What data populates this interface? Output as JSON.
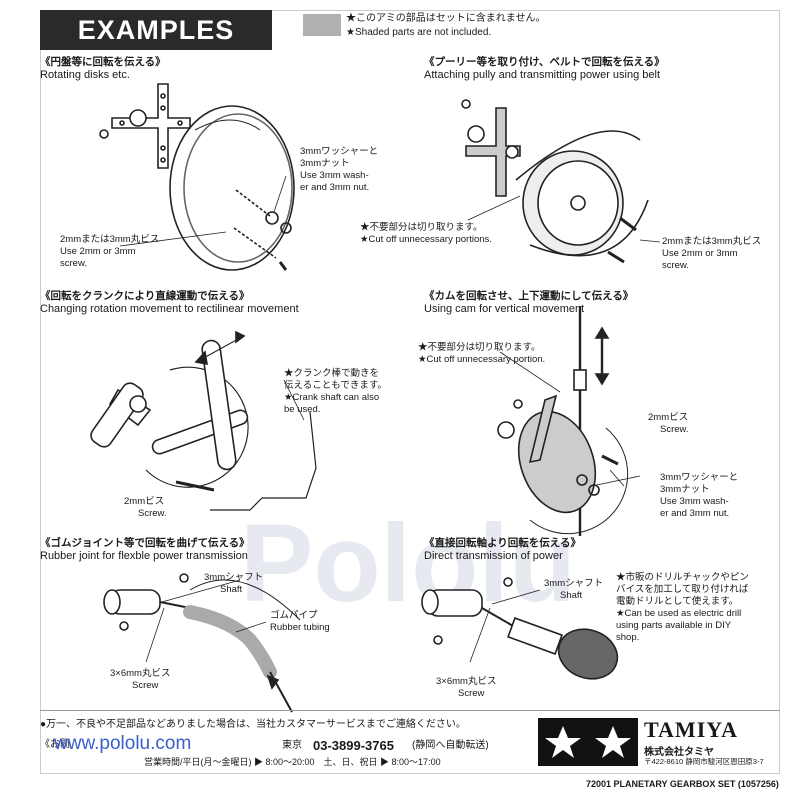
{
  "header": {
    "title": "EXAMPLES",
    "legend_jp": "★このアミの部品はセットに含まれません。",
    "legend_en": "★Shaded parts are not included."
  },
  "sections": [
    {
      "title_jp": "《円盤等に回転を伝える》",
      "title_en": "Rotating disks etc."
    },
    {
      "title_jp": "《プーリー等を取り付け、ベルトで回転を伝える》",
      "title_en": "Attaching pully and transmitting power using belt"
    },
    {
      "title_jp": "《回転をクランクにより直線運動で伝える》",
      "title_en": "Changing rotation movement to rectilinear movement"
    },
    {
      "title_jp": "《カムを回転させ、上下運動にして伝える》",
      "title_en": "Using cam for vertical movement"
    },
    {
      "title_jp": "《ゴムジョイント等で回転を曲げて伝える》",
      "title_en": "Rubber joint for flexble power transmission"
    },
    {
      "title_jp": "《直接回転軸より回転を伝える》",
      "title_en": "Direct transmission of power"
    }
  ],
  "labels": {
    "washer_nut_1": [
      "3mmワッシャーと",
      "3mmナット",
      "Use 3mm wash-",
      "er and 3mm nut."
    ],
    "screw_2or3_1": [
      "2mmまたは3mm丸ビス",
      "Use 2mm or 3mm",
      "screw."
    ],
    "cut_off_1": [
      "★不要部分は切り取ります。",
      "★Cut off unnecessary portions."
    ],
    "screw_2or3_2": [
      "2mmまたは3mm丸ビス",
      "Use 2mm or 3mm",
      "screw."
    ],
    "crank_note": [
      "★クランク棒で動きを",
      "伝えることもできます。",
      "★Crank shaft can also",
      "be used."
    ],
    "screw_2mm_1": [
      "2mmビス",
      "Screw."
    ],
    "cut_off_2": [
      "★不要部分は切り取ります。",
      "★Cut off unnecessary portion."
    ],
    "screw_2mm_2": [
      "2mmビス",
      "Screw."
    ],
    "washer_nut_2": [
      "3mmワッシャーと",
      "3mmナット",
      "Use 3mm wash-",
      "er and 3mm nut."
    ],
    "shaft_1": [
      "3mmシャフト",
      "Shaft"
    ],
    "rubber_pipe": [
      "ゴムパイプ",
      "Rubber tubing"
    ],
    "screw_3x6_1": [
      "3×6mm丸ビス",
      "Screw"
    ],
    "shaft_2": [
      "3mmシャフト",
      "Shaft"
    ],
    "drill_note": [
      "★市販のドリルチャックやピン",
      "バイスを加工して取り付ければ",
      "電動ドリルとして使えます。",
      "★Can be used as electric drill",
      "using parts available in DIY",
      "shop."
    ],
    "screw_3x6_2": [
      "3×6mm丸ビス",
      "Screw"
    ]
  },
  "footer": {
    "notice": "●万一、不良や不足部品などありました場合は、当社カスタマーサービスまでご連絡ください。",
    "contact_prefix": "《お問",
    "website": "www.pololu.com",
    "city": "東京",
    "phone": "03-3899-3765",
    "phone_note": "(静岡へ自動転送)",
    "hours": "営業時間/平日(月〜金曜日) ▶ 8:00〜20:00　土、日、祝日 ▶ 8:00〜17:00",
    "brand": "TAMIYA",
    "brand_jp": "株式会社タミヤ",
    "brand_addr": "〒422-8610 静岡市駿河区恩田原3-7",
    "set_name": "72001  PLANETARY GEARBOX SET (1057256)"
  },
  "watermark": "Pololu",
  "colors": {
    "title_bg": "#2a2a2a",
    "shade": "#b0b0b0",
    "link": "#3a5fcd"
  }
}
